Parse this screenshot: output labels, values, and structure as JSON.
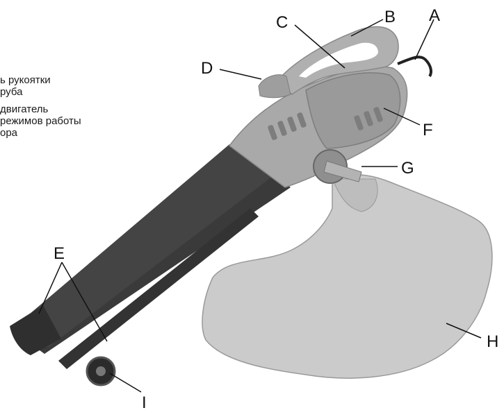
{
  "legend_lines": [
    "ь рукоятки",
    "руба",
    "двигатель",
    "режимов работы",
    "ора"
  ],
  "callouts": [
    "A",
    "B",
    "C",
    "D",
    "E",
    "F",
    "G",
    "H",
    "I"
  ],
  "colors": {
    "body": "#a9a9a9",
    "body_dark": "#7d7d7d",
    "tube": "#3f3f3f",
    "bag": "#c9c9c9",
    "label": "#111111"
  }
}
